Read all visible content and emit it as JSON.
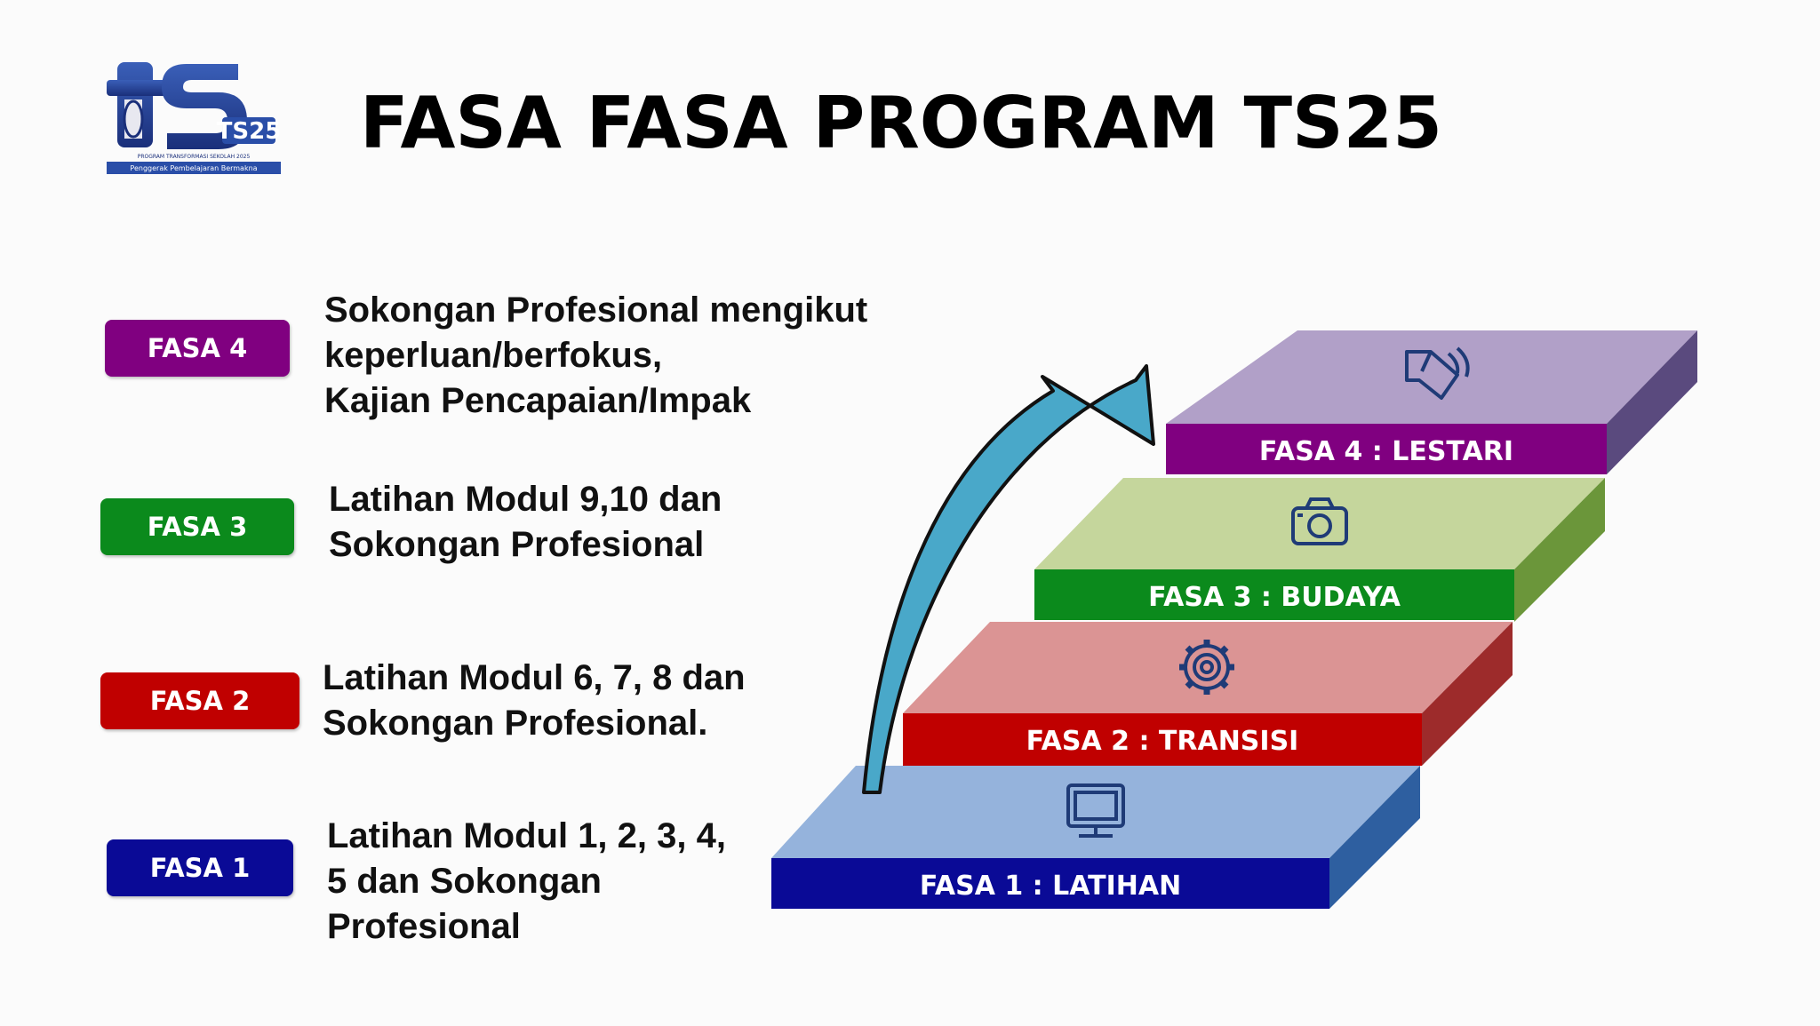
{
  "title": "FASA FASA PROGRAM TS25",
  "logo": {
    "mark": "TS25",
    "tagline": "PROGRAM TRANSFORMASI SEKOLAH 2025",
    "subtitle": "Penggerak Pembelajaran Bermakna"
  },
  "phases": [
    {
      "badge": "FASA 4",
      "description": [
        "Sokongan Profesional mengikut",
        "keperluan/berfokus,",
        "Kajian Pencapaian/Impak"
      ],
      "step_label": "FASA 4 : LESTARI",
      "icon": "speaker-icon",
      "color": "#800080"
    },
    {
      "badge": "FASA 3",
      "description": [
        "Latihan Modul 9,10  dan",
        "Sokongan Profesional"
      ],
      "step_label": "FASA 3 : BUDAYA",
      "icon": "camera-icon",
      "color": "#0b8a1c"
    },
    {
      "badge": "FASA 2",
      "description": [
        "Latihan Modul 6, 7, 8 dan",
        "Sokongan Profesional."
      ],
      "step_label": "FASA 2 : TRANSISI",
      "icon": "gear-icon",
      "color": "#c00000"
    },
    {
      "badge": "FASA 1",
      "description": [
        "Latihan Modul 1, 2, 3, 4,",
        "5 dan Sokongan",
        "Profesional"
      ],
      "step_label": "FASA 1 : LATIHAN",
      "icon": "monitor-icon",
      "color": "#0a0a96"
    }
  ]
}
